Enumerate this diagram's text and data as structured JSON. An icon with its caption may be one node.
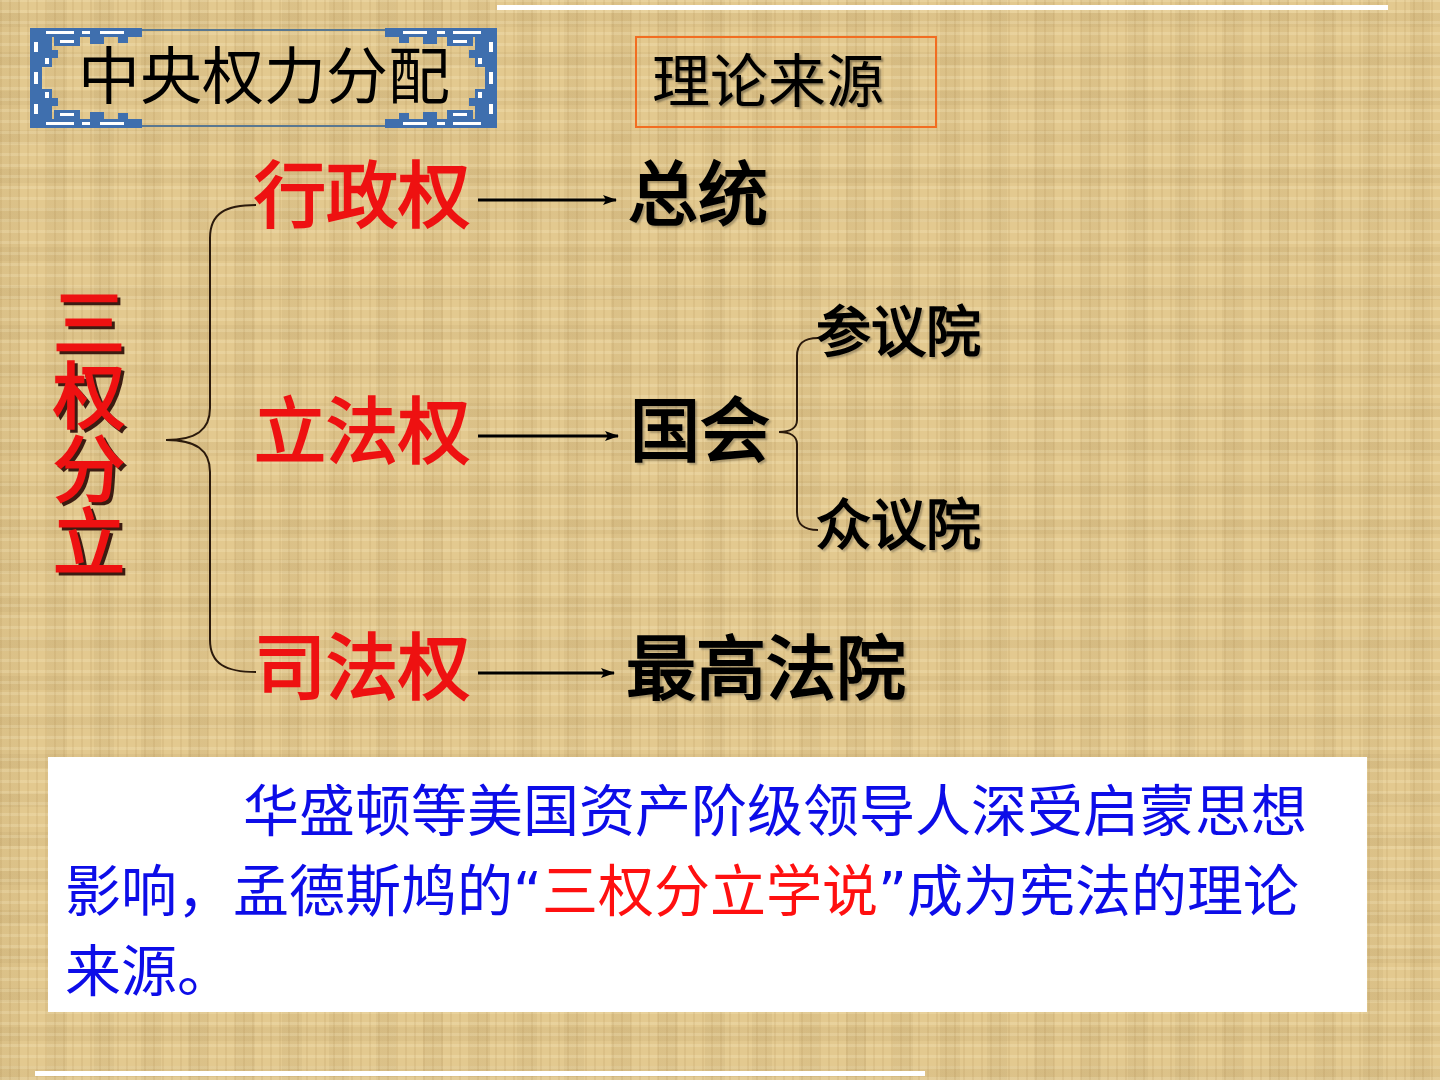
{
  "diagram": {
    "nodes": [
      {
        "text": [
          "中央权力分配"
        ]
      },
      {
        "text": [
          "理论来源"
        ]
      },
      {
        "text": [
          "三权分立"
        ]
      },
      {
        "text": [
          "行政权"
        ]
      },
      {
        "text": [
          "立法权"
        ]
      },
      {
        "text": [
          "司法权"
        ]
      },
      {
        "text": [
          "总统"
        ]
      },
      {
        "text": [
          "国会"
        ]
      },
      {
        "text": [
          "参议院"
        ]
      },
      {
        "text": [
          "众议院"
        ]
      },
      {
        "text": [
          "最高法院"
        ]
      },
      {
        "text": [
          "华盛顿等美国资产阶级领导人深受启蒙思想影响，孟德斯鸠的“**三权分立学说**”成为宪法的理论来源。"
        ]
      }
    ],
    "edges": [
      {
        "from": 3,
        "to": 6,
        "arrow": "to"
      },
      {
        "from": 4,
        "to": 7,
        "arrow": "to"
      },
      {
        "from": 5,
        "to": 10,
        "arrow": "to"
      }
    ]
  }
}
